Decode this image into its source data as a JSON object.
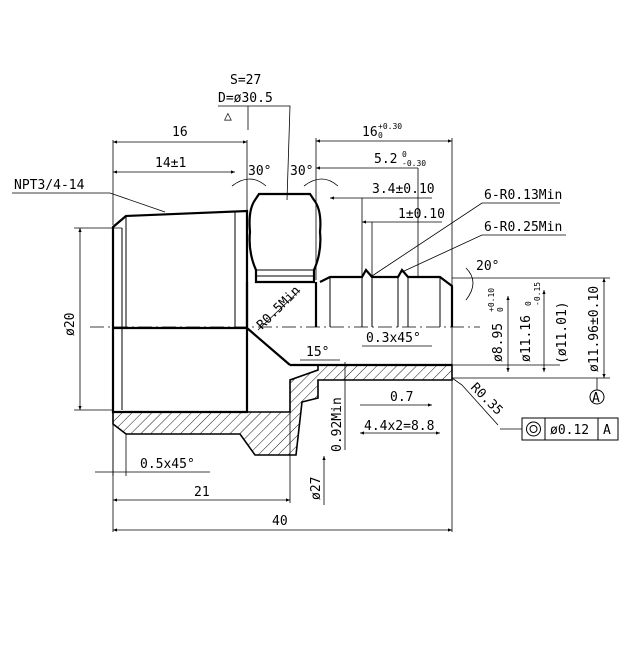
{
  "header": {
    "s_across_flats": "S=27",
    "d_across_corners": "D=ø30.5"
  },
  "dimensions": {
    "overall_length": "40",
    "thread_length": "16",
    "thread_length_tol": "14±1",
    "insert_length": "16",
    "insert_length_tol_upper": "+0.30",
    "insert_length_tol_lower": "0",
    "dim_5_2": "5.2",
    "dim_5_2_tol_upper": "0",
    "dim_5_2_tol_lower": "-0.30",
    "dim_3_4": "3.4±0.10",
    "dim_1": "1±0.10",
    "length_21": "21",
    "chamfer_0_5": "0.5x45°",
    "chamfer_0_3": "0.3x45°",
    "dim_0_7": "0.7",
    "dim_4_4": "4.4x2=8.8",
    "wall_min": "0.92Min",
    "dia_20": "ø20",
    "dia_27": "ø27",
    "dia_8_95": "ø8.95",
    "dia_8_95_tol_upper": "+0.10",
    "dia_8_95_tol_lower": "0",
    "dia_11_16": "ø11.16",
    "dia_11_16_tol_upper": "0",
    "dia_11_16_tol_lower": "-0.15",
    "dia_11_01": "(ø11.01)",
    "dia_11_96": "ø11.96±0.10"
  },
  "annotations": {
    "thread_spec": "NPT3/4-14",
    "angle_30_left": "30°",
    "angle_30_right": "30°",
    "angle_20": "20°",
    "angle_15": "15°",
    "radius_0_5": "R0.5Min",
    "radius_0_35": "R0.35",
    "radius_0_13": "6-R0.13Min",
    "radius_0_25": "6-R0.25Min",
    "datum_label": "A",
    "tolerance_value": "ø0.12",
    "tolerance_datum": "A",
    "concentricity_icon": "concentricity-icon"
  }
}
